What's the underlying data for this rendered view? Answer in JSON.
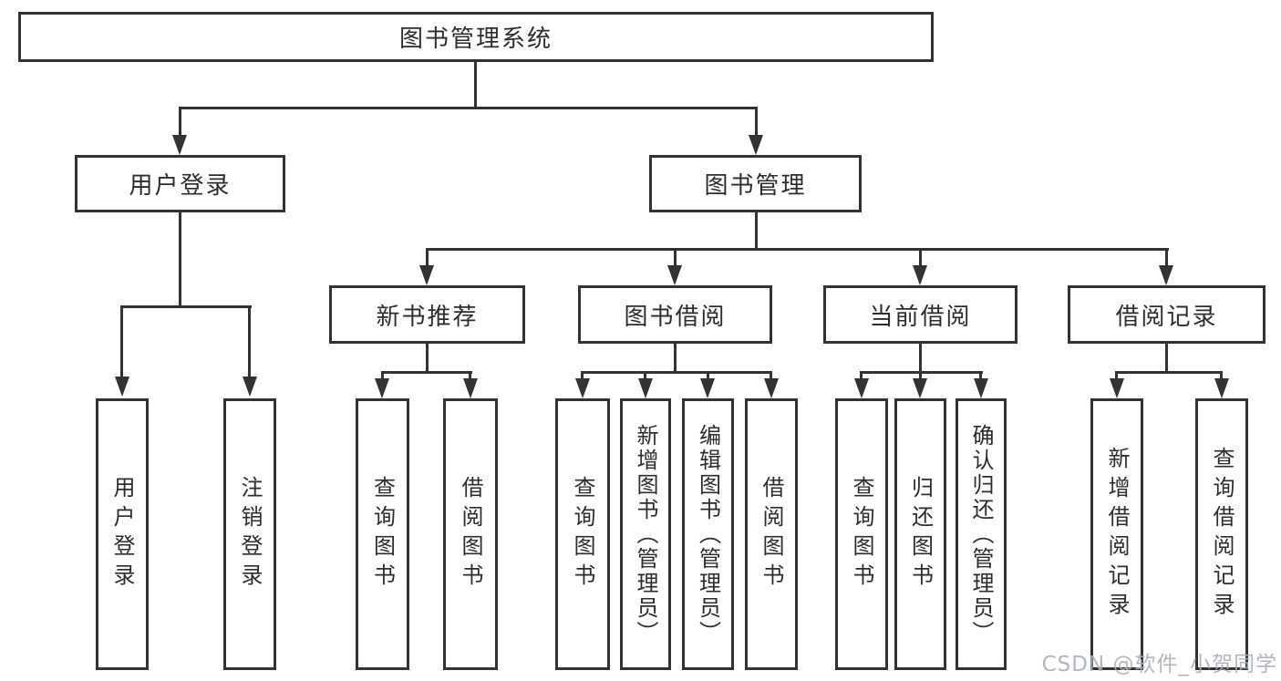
{
  "diagram": {
    "root": "图书管理系统",
    "level2": [
      "用户登录",
      "图书管理"
    ],
    "level3": [
      "新书推荐",
      "图书借阅",
      "当前借阅",
      "借阅记录"
    ],
    "leaves": {
      "login": [
        "用户登录",
        "注销登录"
      ],
      "new_books": [
        "查询图书",
        "借阅图书"
      ],
      "borrow": [
        "查询图书",
        "新增图书（管理员）",
        "编辑图书（管理员）",
        "借阅图书"
      ],
      "current": [
        "查询图书",
        "归还图书",
        "确认归还（管理员）"
      ],
      "records": [
        "新增借阅记录",
        "查询借阅记录"
      ]
    }
  },
  "watermark": "CSDN @软件_小贺同学",
  "colors": {
    "line": "#333333",
    "text": "#2d2d2d",
    "background": "#ffffff",
    "watermark": "#aab0b6"
  }
}
